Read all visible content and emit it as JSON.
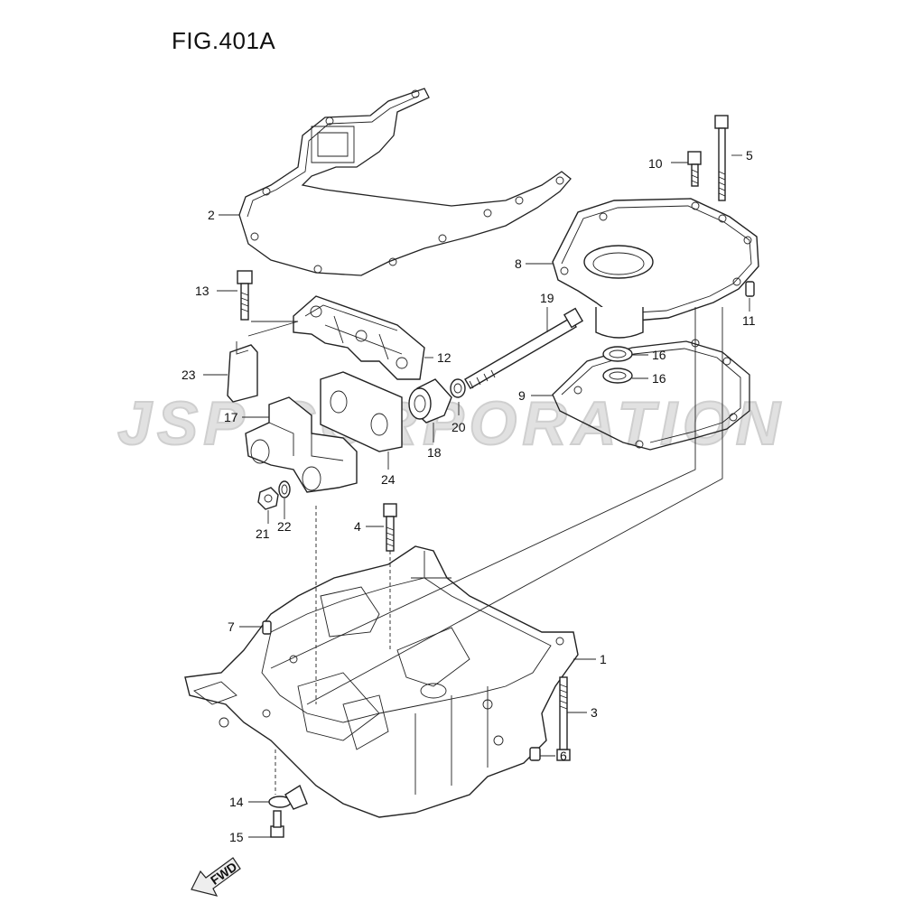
{
  "figure": {
    "title": "FIG.401A"
  },
  "watermark": {
    "text": "JSP CORPORATION"
  },
  "fwd": {
    "label": "FWD"
  },
  "callouts": [
    {
      "id": "1",
      "label": "1"
    },
    {
      "id": "2",
      "label": "2"
    },
    {
      "id": "3",
      "label": "3"
    },
    {
      "id": "4",
      "label": "4"
    },
    {
      "id": "5",
      "label": "5"
    },
    {
      "id": "6",
      "label": "6"
    },
    {
      "id": "7",
      "label": "7"
    },
    {
      "id": "8",
      "label": "8"
    },
    {
      "id": "9",
      "label": "9"
    },
    {
      "id": "10",
      "label": "10"
    },
    {
      "id": "11",
      "label": "11"
    },
    {
      "id": "12",
      "label": "12"
    },
    {
      "id": "13",
      "label": "13"
    },
    {
      "id": "14",
      "label": "14"
    },
    {
      "id": "15",
      "label": "15"
    },
    {
      "id": "16a",
      "label": "16"
    },
    {
      "id": "16b",
      "label": "16"
    },
    {
      "id": "17",
      "label": "17"
    },
    {
      "id": "18",
      "label": "18"
    },
    {
      "id": "19",
      "label": "19"
    },
    {
      "id": "20",
      "label": "20"
    },
    {
      "id": "21",
      "label": "21"
    },
    {
      "id": "22",
      "label": "22"
    },
    {
      "id": "23",
      "label": "23"
    },
    {
      "id": "24",
      "label": "24"
    }
  ]
}
